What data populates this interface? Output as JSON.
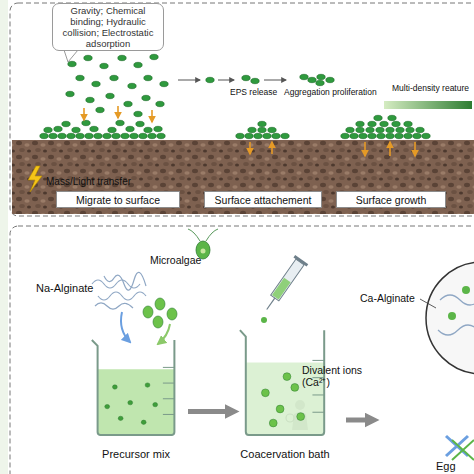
{
  "diagram": {
    "nodes": [
      {
        "text": [
          "Gravity; Chemical binding; Hydraulic collision; Electrostatic adsorption"
        ]
      },
      {
        "text": [
          "Migrate to surface"
        ]
      },
      {
        "text": [
          "Surface attachement"
        ]
      },
      {
        "text": [
          "Surface growth"
        ]
      },
      {
        "text": [
          "Precursor mix"
        ]
      },
      {
        "text": [
          "Coacervation bath"
        ]
      }
    ],
    "edges": [
      {
        "from": 4,
        "to": 5,
        "arrow": "to"
      }
    ],
    "labels": [
      "EPS release",
      "Aggregation proliferation",
      "Multi-density reature",
      "Mass/Light transfer",
      "Na-Alginate",
      "Microalgae",
      "Divalent ions (Ca²⁺)",
      "Ca-Alginate",
      "Egg"
    ]
  }
}
